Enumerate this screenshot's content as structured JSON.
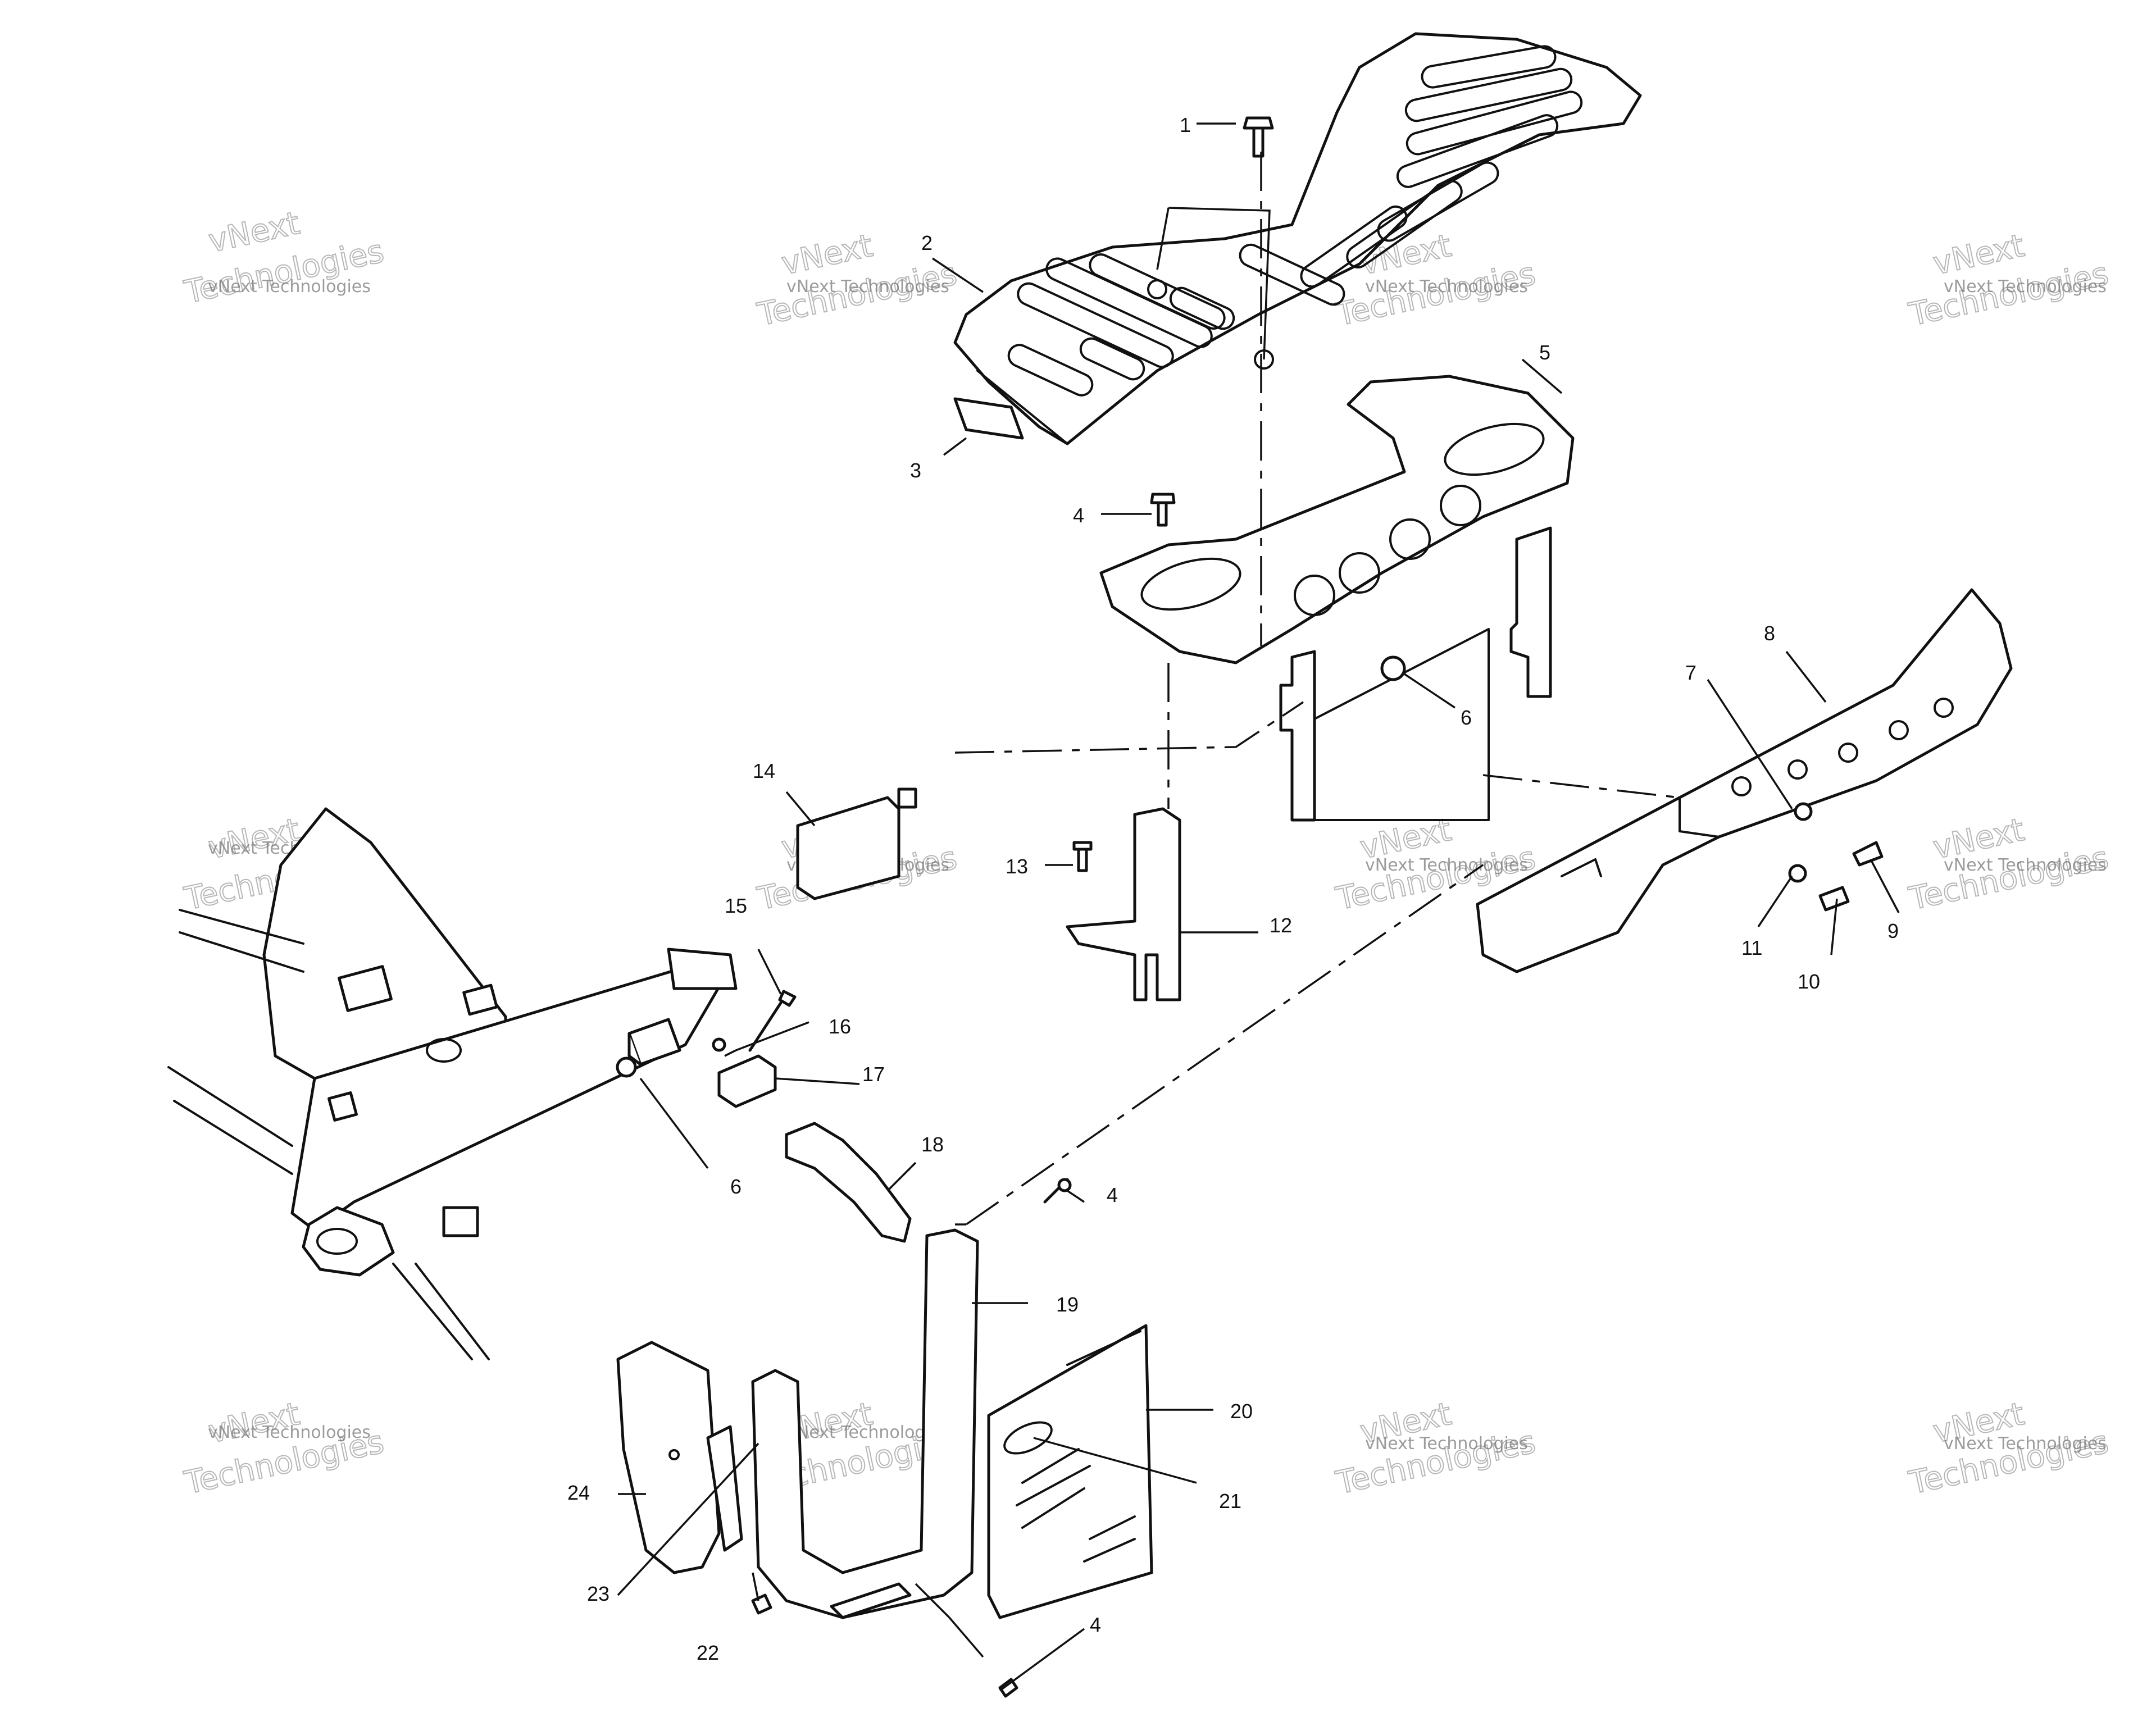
{
  "diagram": {
    "callouts": [
      "1",
      "2",
      "3",
      "4",
      "5",
      "6",
      "7",
      "8",
      "9",
      "10",
      "11",
      "12",
      "13",
      "14",
      "15",
      "16",
      "17",
      "18",
      "19",
      "20",
      "21",
      "22",
      "23",
      "24"
    ],
    "extra_callouts": {
      "c6b": "6",
      "c4b": "4",
      "c4c": "4"
    },
    "watermark": {
      "line1": "vNext",
      "line2": "Technologies",
      "small": "vNext Technologies"
    }
  }
}
